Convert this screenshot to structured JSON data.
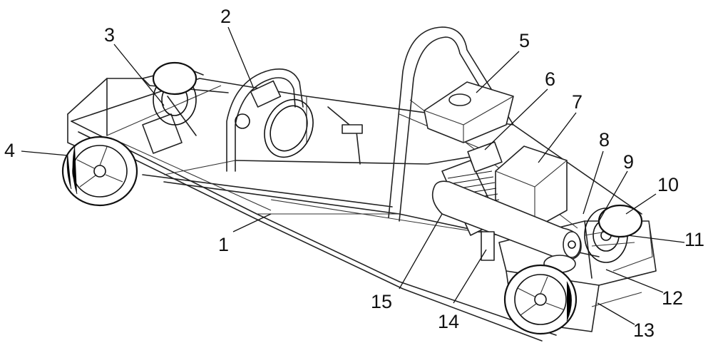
{
  "callouts": [
    {
      "label": "1"
    },
    {
      "label": "2"
    },
    {
      "label": "3"
    },
    {
      "label": "4"
    },
    {
      "label": "5"
    },
    {
      "label": "6"
    },
    {
      "label": "7"
    },
    {
      "label": "8"
    },
    {
      "label": "9"
    },
    {
      "label": "10"
    },
    {
      "label": "11"
    },
    {
      "label": "12"
    },
    {
      "label": "13"
    },
    {
      "label": "14"
    },
    {
      "label": "15"
    }
  ]
}
